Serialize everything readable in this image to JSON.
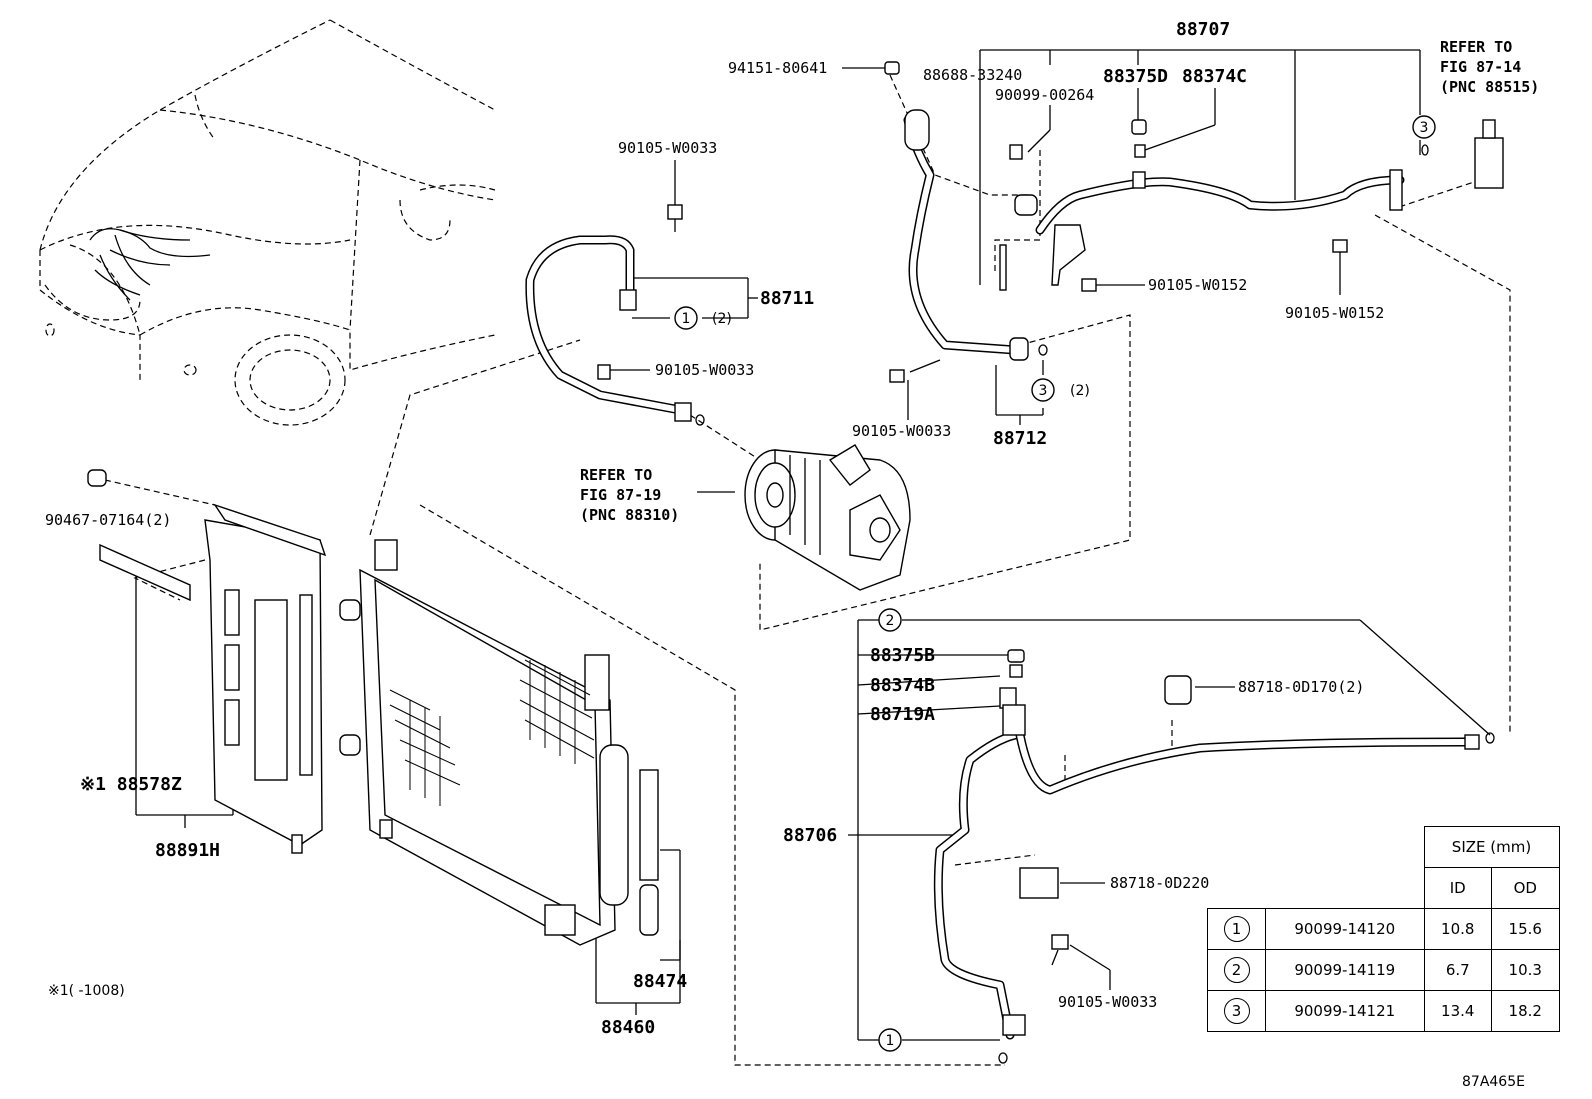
{
  "labels": {
    "p88707": "88707",
    "p94151": "94151-80641",
    "p88688": "88688-33240",
    "p88375D": "88375D",
    "p88374C": "88374C",
    "p90099_00264": "90099-00264",
    "refer_14_l1": "REFER TO",
    "refer_14_l2": "FIG 87-14",
    "refer_14_l3": "(PNC 88515)",
    "p90105_W0033_a": "90105-W0033",
    "p88711": "88711",
    "qty_1": "(2)",
    "p90105_W0152_a": "90105-W0152",
    "p90105_W0152_b": "90105-W0152",
    "p90105_W0033_b": "90105-W0033",
    "p90105_W0033_c": "90105-W0033",
    "qty_3": "(2)",
    "p88712": "88712",
    "refer_19_l1": "REFER TO",
    "refer_19_l2": "FIG 87-19",
    "refer_19_l3": "(PNC 88310)",
    "p90467": "90467-07164(2)",
    "p88375B": "88375B",
    "p88374B": "88374B",
    "p88719A": "88719A",
    "p88718_0D170": "88718-0D170(2)",
    "p88578Z": "※1 88578Z",
    "p88891H": "88891H",
    "p88706": "88706",
    "p88718_0D220": "88718-0D220",
    "p88474": "88474",
    "p90105_W0033_d": "90105-W0033",
    "p88460": "88460",
    "footnote": "※1(    -1008)",
    "figure_id": "87A465E"
  },
  "callouts": {
    "c1": "1",
    "c2": "2",
    "c3": "3"
  },
  "size_table": {
    "header": "SIZE (mm)",
    "col_id": "ID",
    "col_od": "OD",
    "rows": [
      {
        "ref": "1",
        "part": "90099-14120",
        "id": "10.8",
        "od": "15.6"
      },
      {
        "ref": "2",
        "part": "90099-14119",
        "id": "6.7",
        "od": "10.3"
      },
      {
        "ref": "3",
        "part": "90099-14121",
        "id": "13.4",
        "od": "18.2"
      }
    ]
  }
}
